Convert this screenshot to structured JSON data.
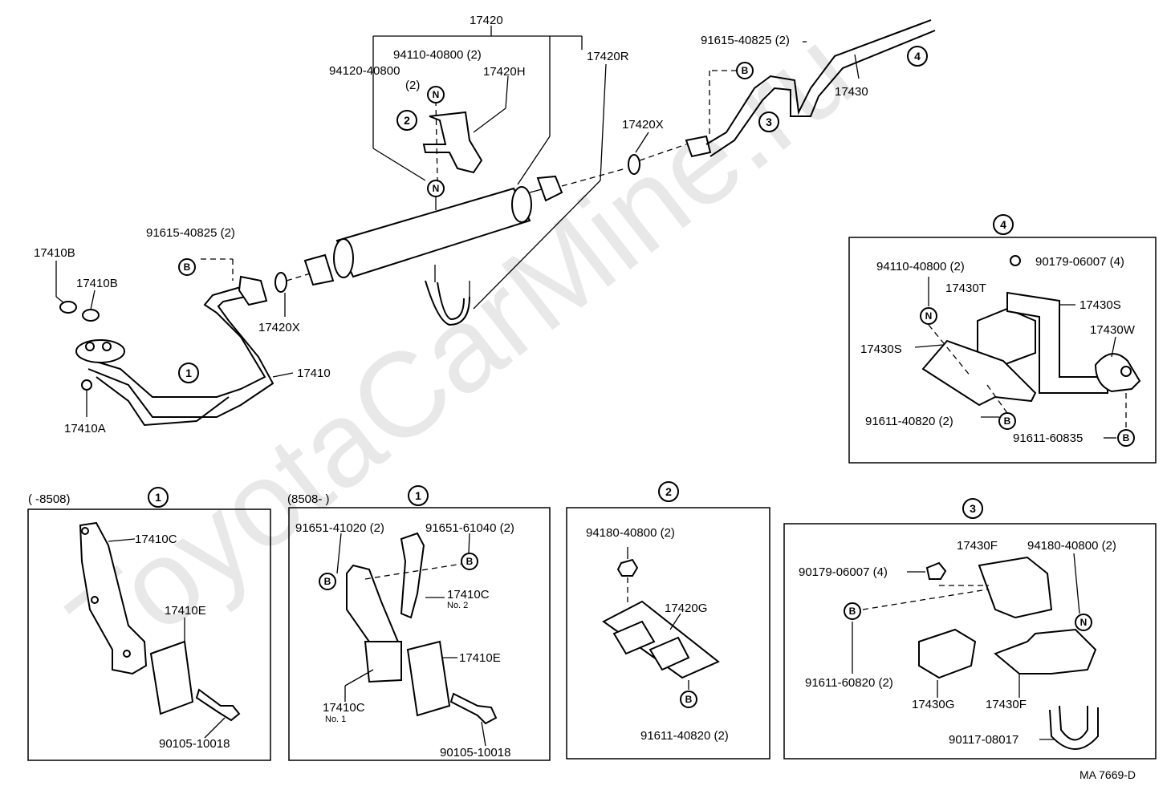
{
  "watermark": "ToyotaCarMine.ru",
  "labels": {
    "p17420": "17420",
    "p94110_a": "94110-40800 (2)",
    "p94120_a": "94120-40800",
    "p94120_b": "(2)",
    "p17420H": "17420H",
    "p17420R": "17420R",
    "p91615_top": "91615-40825 (2)",
    "p17430": "17430",
    "p17420X_top": "17420X",
    "p17410B_1": "17410B",
    "p17410B_2": "17410B",
    "p91615_left": "91615-40825 (2)",
    "p17420X_mid": "17420X",
    "p17410": "17410",
    "p17410A": "17410A",
    "box4_90179": "90179-06007 (4)",
    "box4_94110": "94110-40800 (2)",
    "box4_17430T": "17430T",
    "box4_17430S_r": "17430S",
    "box4_17430W": "17430W",
    "box4_17430S_l": "17430S",
    "box4_91611_40820": "91611-40820 (2)",
    "box4_91611_60835": "91611-60835",
    "boxA_range": "(        -8508)",
    "boxA_17410C": "17410C",
    "boxA_17410E": "17410E",
    "boxA_90105": "90105-10018",
    "boxB_range": "(8508-         )",
    "boxB_91651_41020": "91651-41020 (2)",
    "boxB_91651_61040": "91651-61040 (2)",
    "boxB_17410C_2": "17410C",
    "boxB_no2": "No. 2",
    "boxB_17410E": "17410E",
    "boxB_17410C_1": "17410C",
    "boxB_no1": "No. 1",
    "boxB_90105": "90105-10018",
    "box2_94180": "94180-40800 (2)",
    "box2_17420G": "17420G",
    "box2_91611": "91611-40820 (2)",
    "box3_17430F_top": "17430F",
    "box3_94180": "94180-40800 (2)",
    "box3_90179": "90179-06007 (4)",
    "box3_91611": "91611-60820 (2)",
    "box3_17430G": "17430G",
    "box3_17430F_bot": "17430F",
    "box3_90117": "90117-08017",
    "figure_code": "MA 7669-D"
  },
  "markers": {
    "c1": "1",
    "c2": "2",
    "c3": "3",
    "c4": "4",
    "N": "N",
    "B": "B"
  }
}
